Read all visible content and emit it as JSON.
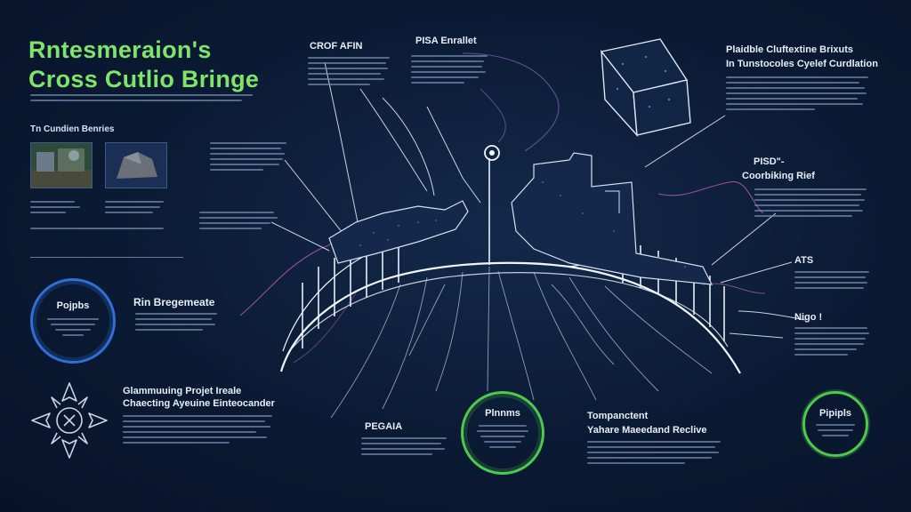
{
  "title": {
    "line1": "Rntesmeraion's",
    "line2": "Cross Cutlio Bringe"
  },
  "left_panel": {
    "section_label": "Tn Cundien Benries"
  },
  "labels": {
    "crof_afin": "CROF AFIN",
    "pisa_enrallet": "PISA Enrallet",
    "plaidble_line1": "Plaidble Cluftextine Brixuts",
    "plaidble_line2": "In Tunstocoles Cyelef Curdlation",
    "pisd": "PISD\"-",
    "coorbiking": "Coorbiking Rief",
    "ats": "ATS",
    "nigo": "Nigo !",
    "rin_bregemeate": "Rin Bregemeate",
    "glammuuing_line1": "Glammuuing Projet Ireale",
    "glammuuing_line2": "Chaecting Ayeuine Einteocander",
    "pegaia": "PEGAIA",
    "tompanctent": "Tompanctent",
    "yahare": "Yahare Maeedand Reclive"
  },
  "badges": {
    "left": "Pojpbs",
    "center": "Plnnms",
    "right": "Pipipls"
  },
  "colors": {
    "title_green": "#7ee46a",
    "badge_blue": "#2f6fd6",
    "badge_green": "#4fc94b",
    "background": "#0b1a33",
    "line_white": "#e6edf7",
    "accent_pink": "#b05aa8"
  }
}
